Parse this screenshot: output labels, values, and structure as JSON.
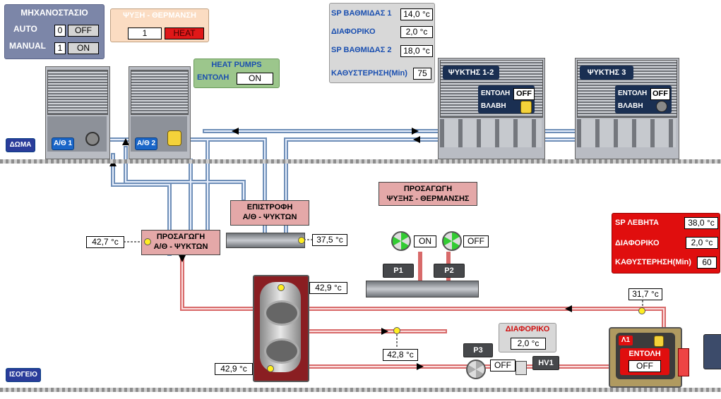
{
  "machine_room": {
    "title": "ΜΗΧΑΝΟΣΤΑΣΙΟ",
    "auto_label": "AUTO",
    "auto_value": "0",
    "auto_state": "OFF",
    "manual_label": "MANUAL",
    "manual_value": "1",
    "manual_state": "ON"
  },
  "mode": {
    "title": "ΨΥΞΗ - ΘΕΡΜΑΝΣΗ",
    "value": "1",
    "state": "HEAT"
  },
  "heat_pumps": {
    "title": "HEAT PUMPS",
    "command_label": "ΕΝΤΟΛΗ",
    "command_state": "ON",
    "unit1": "Α/Θ 1",
    "unit2": "Α/Θ 2"
  },
  "sp_panel": {
    "stage1_label": "SP ΒΑΘΜΙΔΑΣ 1",
    "stage1_value": "14,0 °c",
    "diff_label": "ΔΙΑΦΟΡΙΚΟ",
    "diff_value": "2,0 °c",
    "stage2_label": "SP ΒΑΘΜΙΔΑΣ 2",
    "stage2_value": "18,0 °c",
    "delay_label": "ΚΑΘΥΣΤΕΡΗΣΗ(Min)",
    "delay_value": "75"
  },
  "chiller12": {
    "title": "ΨΥΚΤΗΣ 1-2",
    "command_label": "ΕΝΤΟΛΗ",
    "command_state": "OFF",
    "fault_label": "ΒΛΑΒΗ"
  },
  "chiller3": {
    "title": "ΨΥΚΤΗΣ 3",
    "command_label": "ΕΝΤΟΛΗ",
    "command_state": "OFF",
    "fault_label": "ΒΛΑΒΗ"
  },
  "floors": {
    "roof": "ΔΩΜΑ",
    "ground": "ΙΣΟΓΕΙΟ"
  },
  "return_header": {
    "line1": "ΕΠΙΣΤΡΟΦΗ",
    "line2": "Α/Θ - ΨΥΚΤΩΝ",
    "temp": "37,5 °c"
  },
  "supply_header": {
    "line1": "ΠΡΟΣΑΓΩΓΗ",
    "line2": "Α/Θ - ΨΥΚΤΩΝ",
    "temp": "42,7 °c"
  },
  "hc_supply": {
    "line1": "ΠΡΟΣΑΓΩΓΗ",
    "line2": "ΨΥΞΗΣ - ΘΕΡΜΑΝΣΗΣ",
    "p1": "P1",
    "p1_state": "ON",
    "p2": "P2",
    "p2_state": "OFF"
  },
  "tank": {
    "top_temp": "42,9 °c",
    "bottom_temp": "42,9 °c",
    "out_temp": "42,8 °c"
  },
  "boiler_sp": {
    "sp_label": "SP ΛΕΒΗΤΑ",
    "sp_value": "38,0 °c",
    "diff_label": "ΔΙΑΦΟΡΙΚΟ",
    "diff_value": "2,0 °c",
    "delay_label": "ΚΑΘΥΣΤΕΡΗΣΗ(Min)",
    "delay_value": "60"
  },
  "boiler": {
    "name": "Λ1",
    "command_label": "ΕΝΤΟΛΗ",
    "command_state": "OFF",
    "temp": "31,7 °c"
  },
  "p3": {
    "name": "P3",
    "state": "OFF",
    "valve": "HV1",
    "diff_label": "ΔΙΑΦΟΡΙΚΟ",
    "diff_value": "2,0 °c"
  }
}
